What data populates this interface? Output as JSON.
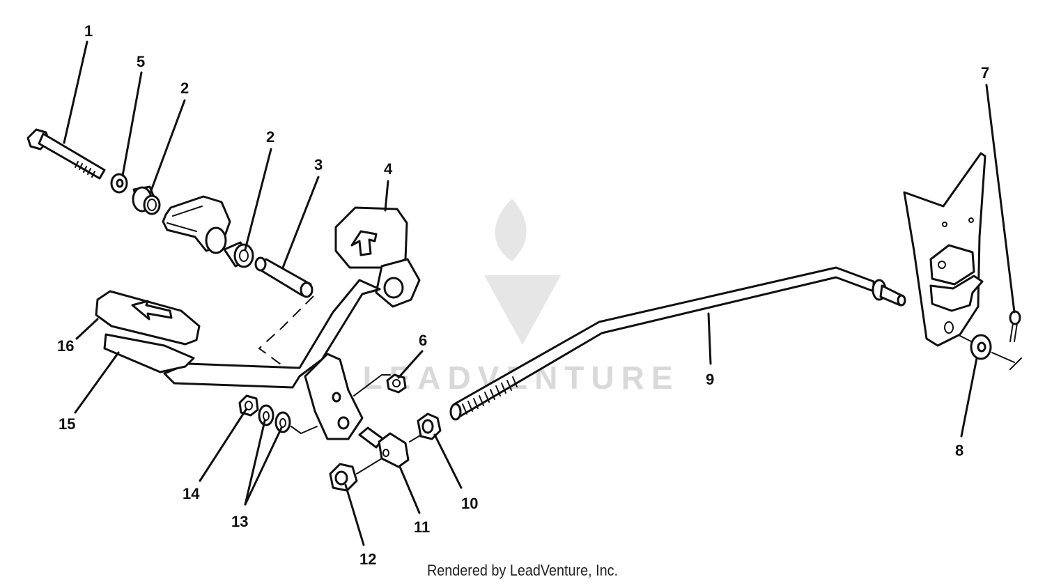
{
  "watermark": {
    "text": "LEADVENTURE"
  },
  "credit": "Rendered by LeadVenture, Inc.",
  "callouts": {
    "c1": "1",
    "c5": "5",
    "c2a": "2",
    "c2b": "2",
    "c3": "3",
    "c4": "4",
    "c16": "16",
    "c15": "15",
    "c6": "6",
    "c14": "14",
    "c13": "13",
    "c12": "12",
    "c11": "11",
    "c10": "10",
    "c9": "9",
    "c7": "7",
    "c8": "8"
  }
}
